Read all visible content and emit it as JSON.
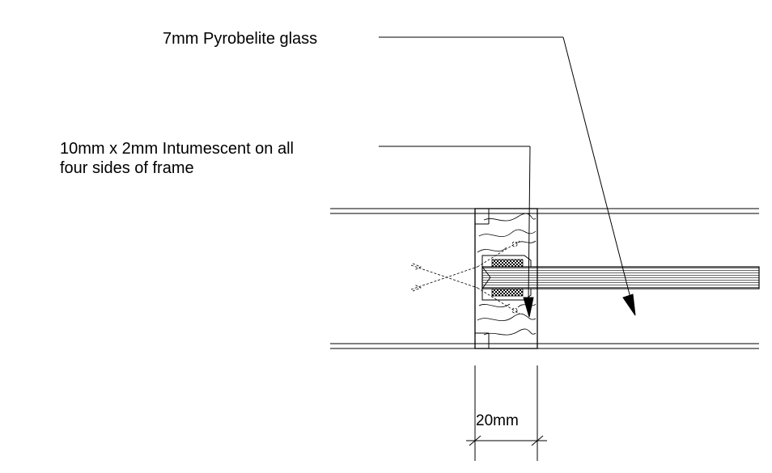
{
  "labels": {
    "glass": "7mm Pyrobelite glass",
    "intumescent_line1": "10mm x 2mm Intumescent on all",
    "intumescent_line2": "four sides of frame",
    "dimension": "20mm"
  },
  "colors": {
    "line": "#000000",
    "background": "#ffffff"
  }
}
